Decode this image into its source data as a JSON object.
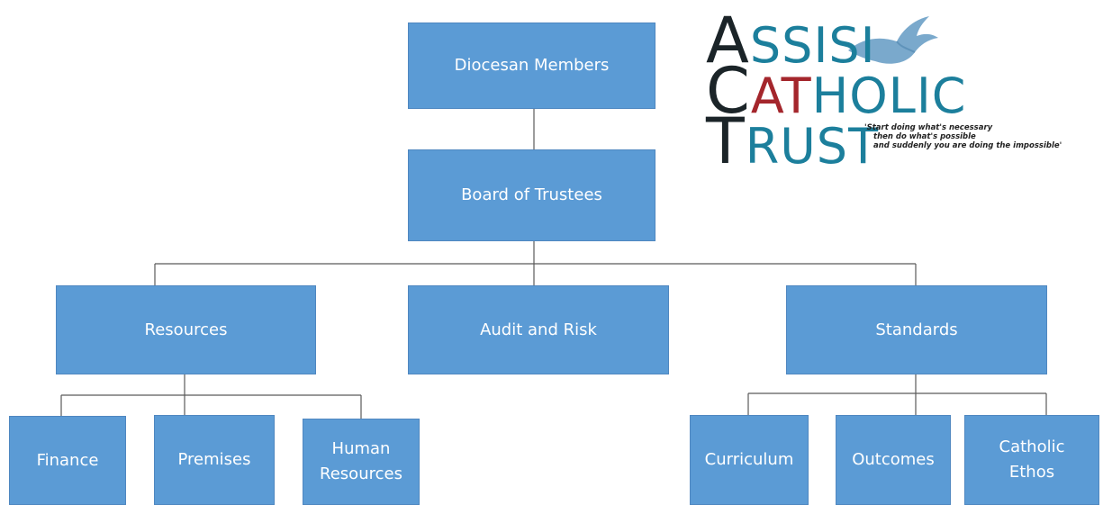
{
  "org_chart": {
    "root": "Diocesan Members",
    "board": "Board of Trustees",
    "committees": {
      "resources": "Resources",
      "audit": "Audit and Risk",
      "standards": "Standards"
    },
    "resources_children": {
      "finance": "Finance",
      "premises": "Premises",
      "human_resources": "Human\nResources"
    },
    "standards_children": {
      "curriculum": "Curriculum",
      "outcomes": "Outcomes",
      "catholic_ethos": "Catholic\nEthos"
    },
    "node_fill": "#5b9bd5",
    "node_border": "#4f87c0",
    "connector_color": "#5a5a5a"
  },
  "logo": {
    "row1": {
      "initial": "A",
      "rest": "SSISI"
    },
    "row2": {
      "initial": "C",
      "accent": "AT",
      "rest": "HOLIC"
    },
    "row3": {
      "initial": "T",
      "rest": "RUST"
    },
    "motto": {
      "line1": "'Start doing what's necessary",
      "line2": "then do what's possible",
      "line3": "and suddenly you are doing the impossible'"
    },
    "colors": {
      "teal": "#1c7f9c",
      "dark": "#1b2428",
      "red": "#a4262c",
      "dove": "#7aa9cc"
    },
    "dove_icon": "dove-icon"
  }
}
